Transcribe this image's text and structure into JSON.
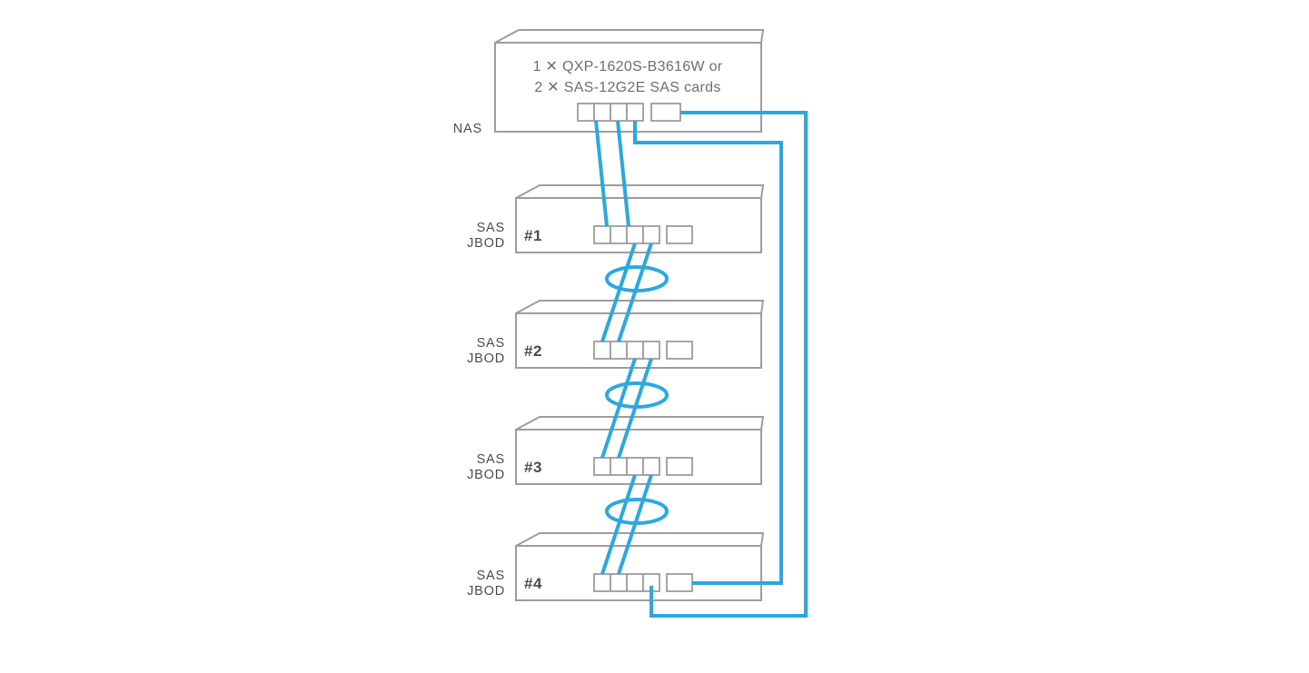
{
  "colors": {
    "background": "#ffffff",
    "box_stroke": "#9d9d9d",
    "cable_blue": "#2BA8DF",
    "label_text": "#4c4c4c",
    "desc_text": "#6e6e6e"
  },
  "nas": {
    "label": "NAS",
    "description_line1": "1 ✕ QXP-1620S-B3616W or",
    "description_line2": "2 ✕ SAS-12G2E SAS cards"
  },
  "jbods": [
    {
      "side_label_top": "SAS",
      "side_label_bottom": "JBOD",
      "number": "#1"
    },
    {
      "side_label_top": "SAS",
      "side_label_bottom": "JBOD",
      "number": "#2"
    },
    {
      "side_label_top": "SAS",
      "side_label_bottom": "JBOD",
      "number": "#3"
    },
    {
      "side_label_top": "SAS",
      "side_label_bottom": "JBOD",
      "number": "#4"
    }
  ]
}
